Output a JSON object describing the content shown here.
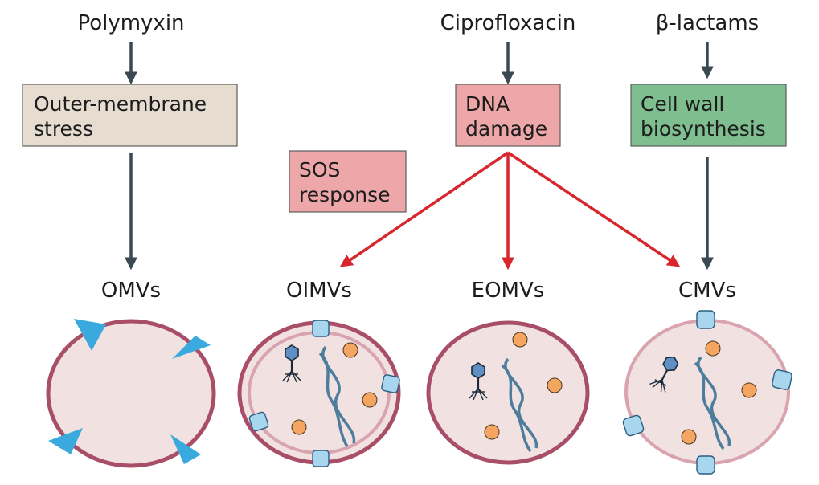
{
  "inputs": {
    "polymyxin": "Polymyxin",
    "ciprofloxacin": "Ciprofloxacin",
    "beta_lactams": "β-lactams"
  },
  "boxes": {
    "outer_membrane_stress": [
      "Outer-membrane",
      "stress"
    ],
    "dna_damage": [
      "DNA",
      "damage"
    ],
    "cell_wall_biosynthesis": [
      "Cell wall",
      "biosynthesis"
    ],
    "sos_response": [
      "SOS",
      "response"
    ]
  },
  "outputs": {
    "omvs": "OMVs",
    "oimvs": "OIMVs",
    "eomvs": "EOMVs",
    "cmvs": "CMVs"
  },
  "colors": {
    "arrow_dark": "#3b4a52",
    "arrow_red": "#d7262d",
    "box_beige": "#e6ddd0",
    "box_pink": "#eea7a8",
    "box_green": "#7fbf8f",
    "vesicle_fill": "#f1e2e1",
    "vesicle_outer_ring": "#a84e68",
    "vesicle_inner_ring": "#d9a3b0",
    "protein_blue": "#a9d6ef",
    "protein_orange": "#f4a55f",
    "wedge_blue": "#3aa9de",
    "dna_blue": "#4d7d9c"
  }
}
